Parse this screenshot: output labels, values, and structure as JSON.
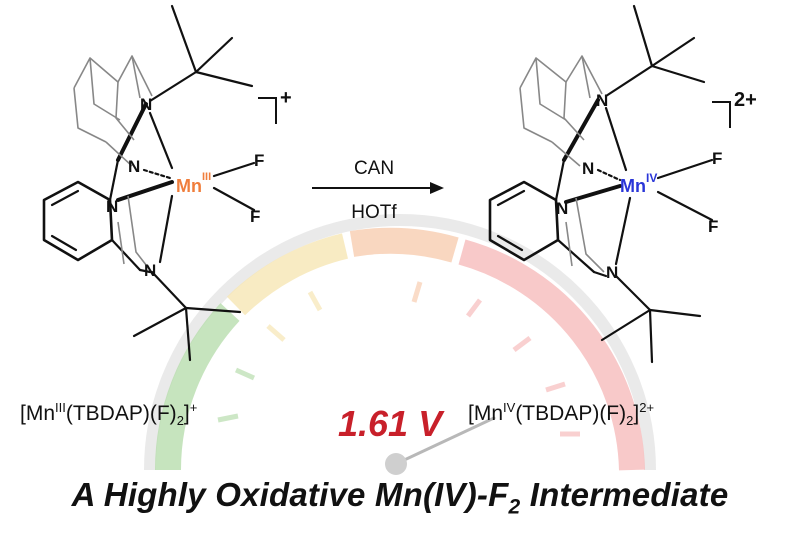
{
  "colors": {
    "mn3": "#f07e3c",
    "mn4": "#2a36d8",
    "voltage": "#c8202a",
    "gauge_green": "#b8ddae",
    "gauge_yellow": "#f6e6b4",
    "gauge_orange": "#f8cdb0",
    "gauge_red": "#f6bcbc",
    "gauge_arc": "#d8d8d8"
  },
  "left_complex": {
    "metal": "Mn",
    "oxidation": "III",
    "charge": "+",
    "ligand_atoms": {
      "n_top": "N",
      "n_mid": "N",
      "n_py": "N",
      "n_bottom": "N",
      "f1": "F",
      "f2": "F"
    },
    "label": {
      "pre": "[Mn",
      "ox": "III",
      "mid": "(TBDAP)(F)",
      "sub": "2",
      "close": "]",
      "charge": "+"
    }
  },
  "right_complex": {
    "metal": "Mn",
    "oxidation": "IV",
    "charge": "2+",
    "ligand_atoms": {
      "n_top": "N",
      "n_mid": "N",
      "n_py": "N",
      "n_bottom": "N",
      "f1": "F",
      "f2": "F"
    },
    "label": {
      "pre": "[Mn",
      "ox": "IV",
      "mid": "(TBDAP)(F)",
      "sub": "2",
      "close": "]",
      "charge": "2+"
    }
  },
  "reaction": {
    "reagent_top": "CAN",
    "reagent_bottom": "HOTf"
  },
  "gauge": {
    "value": "1.61 V"
  },
  "title": {
    "pre": "A Highly Oxidative Mn(IV)-F",
    "sub": "2",
    "post": " Intermediate"
  }
}
